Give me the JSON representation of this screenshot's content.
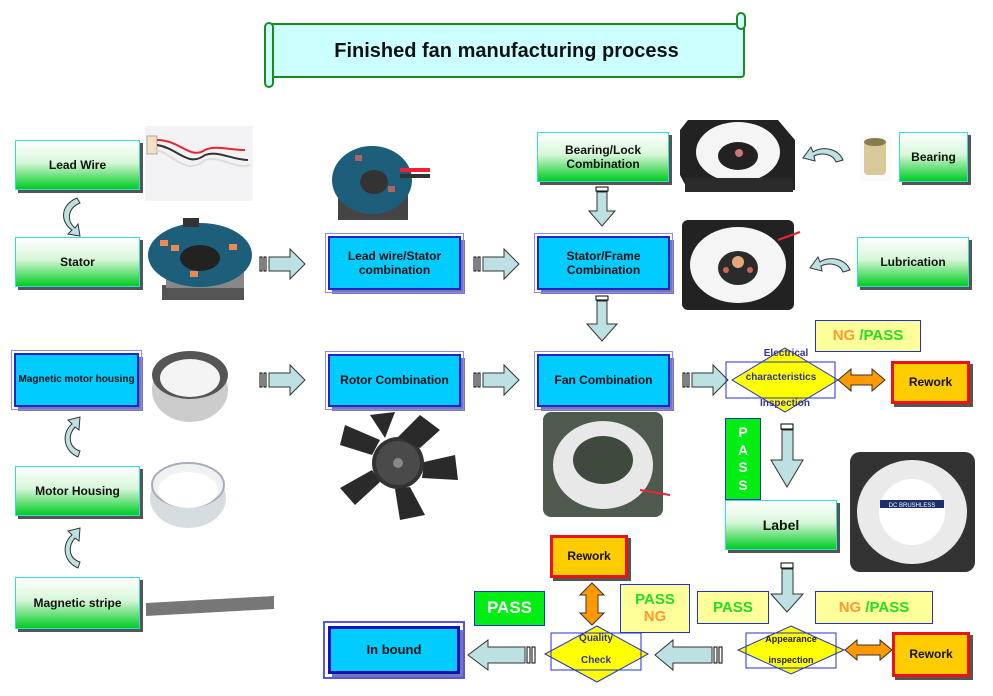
{
  "title": "Finished fan manufacturing process",
  "materials": {
    "lead_wire": "Lead Wire",
    "stator": "Stator",
    "magnetic_motor_housing": "Magnetic motor housing",
    "motor_housing": "Motor Housing",
    "magnetic_stripe": "Magnetic stripe",
    "bearing_lock": "Bearing/Lock Combination",
    "bearing": "Bearing",
    "lubrication": "Lubrication",
    "label": "Label"
  },
  "processes": {
    "lead_wire_stator": "Lead wire/Stator combination",
    "stator_frame": "Stator/Frame Combination",
    "rotor": "Rotor Combination",
    "fan": "Fan Combination",
    "in_bound": "In bound"
  },
  "inspections": {
    "electrical": {
      "top": "Electrical",
      "middle": "characteristics",
      "bottom": "Inspection"
    },
    "appearance": {
      "top": "Appearance",
      "bottom": "inspection"
    },
    "quality": {
      "top": "Quality",
      "bottom": "Check"
    }
  },
  "status": {
    "ng_pass_1": {
      "ng": "NG ",
      "pass": "/PASS"
    },
    "ng_pass_2": {
      "ng": "NG ",
      "pass": "/PASS"
    },
    "pass_ng": {
      "pass": "PASS",
      "ng": "NG"
    },
    "pass_yellow": "PASS",
    "pass_green": "PASS",
    "pass_vertical": [
      "P",
      "A",
      "S",
      "S"
    ]
  },
  "rework": {
    "electrical": "Rework",
    "appearance": "Rework",
    "quality": "Rework"
  },
  "colors": {
    "process_blue": "#00ccff",
    "rework_fill": "#ffcc00",
    "rework_border": "#ee1111",
    "status_fill": "#ffff99",
    "ng_orange": "#ff9933",
    "pass_green": "#22dd22",
    "diamond_yellow": "#ffff00",
    "arrow_fill": "#bde0e3",
    "double_arrow_orange": "#ff9900"
  }
}
